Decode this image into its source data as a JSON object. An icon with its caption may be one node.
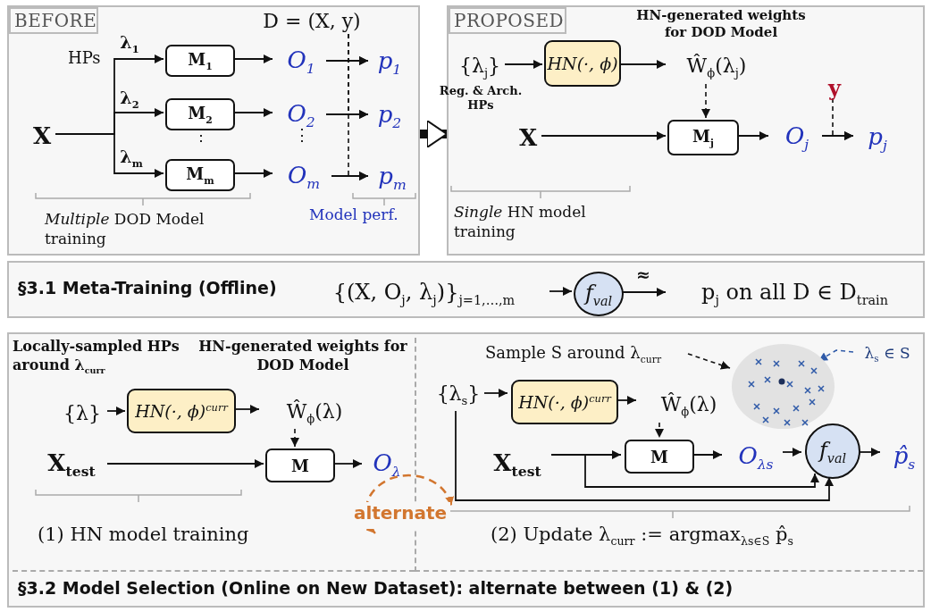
{
  "diagram": {
    "nodes": [
      {
        "text": [
          "BEFORE"
        ]
      },
      {
        "text": [
          "D = (X, y)"
        ],
        "in": 0
      },
      {
        "text": [
          "X"
        ],
        "in": 0
      },
      {
        "text": [
          "M$_{1}$"
        ],
        "in": 0
      },
      {
        "text": [
          "M$_{2}$"
        ],
        "in": 0
      },
      {
        "text": [
          "M$_{m}$"
        ],
        "in": 0
      },
      {
        "text": [
          "O$_{1}$"
        ],
        "in": 0
      },
      {
        "text": [
          "O$_{2}$"
        ],
        "in": 0
      },
      {
        "text": [
          "O$_{m}$"
        ],
        "in": 0
      },
      {
        "text": [
          "p$_{1}$"
        ],
        "in": 0
      },
      {
        "text": [
          "p$_{2}$"
        ],
        "in": 0
      },
      {
        "text": [
          "p$_{m}$"
        ],
        "in": 0
      },
      {
        "text": [
          "PROPOSED"
        ]
      },
      {
        "text": [
          "{λ$_{j}$}"
        ],
        "beside": [
          "Reg. & Arch. HPs"
        ],
        "in": 12
      },
      {
        "text": [
          "HN(·, ϕ)"
        ],
        "in": 12
      },
      {
        "text": [
          "Ŵ$_{ϕ}$(λ$_{j}$)"
        ],
        "beside": [
          "HN-generated weights for DOD Model"
        ],
        "in": 12
      },
      {
        "text": [
          "X"
        ],
        "in": 12
      },
      {
        "text": [
          "M$_{j}$"
        ],
        "in": 12
      },
      {
        "text": [
          "O$_{j}$"
        ],
        "in": 12
      },
      {
        "text": [
          "p$_{j}$"
        ],
        "in": 12
      },
      {
        "text": [
          "y"
        ],
        "in": 12
      },
      {
        "text": [
          "§3.1 Meta-Training (Offline)"
        ]
      },
      {
        "text": [
          "{(X, O$_{j}$, λ$_{j}$)}$_{j=1,…,m}$"
        ],
        "in": 21
      },
      {
        "text": [
          "f$_{val}$"
        ],
        "in": 21
      },
      {
        "text": [
          "p$_{j}$ on all D ∈ D$_{train}$"
        ],
        "in": 21
      },
      {
        "text": [
          "§3.2 Model Selection (Online on New Dataset): alternate between (1) & (2)"
        ]
      },
      {
        "text": [
          "(1) HN model training"
        ],
        "in": 25
      },
      {
        "text": [
          "{λ}"
        ],
        "in": 26
      },
      {
        "text": [
          "HN(·, ϕ)$^{curr}$"
        ],
        "in": 26
      },
      {
        "text": [
          "Ŵ$_{ϕ}$(λ)"
        ],
        "in": 26
      },
      {
        "text": [
          "X$_{test}$"
        ],
        "in": 26
      },
      {
        "text": [
          "M"
        ],
        "in": 26
      },
      {
        "text": [
          "O$_{λ}$"
        ],
        "in": 26
      },
      {
        "text": [
          "(2) Update λ$_{curr}$ := argmax$_{λs∈S}$ p̂$_{s}$"
        ],
        "in": 25
      },
      {
        "text": [
          "Sample S around λ$_{curr}$"
        ],
        "in": 33
      },
      {
        "text": [
          "{λ$_{s}$}"
        ],
        "in": 33
      },
      {
        "text": [
          "HN(·, ϕ)$^{curr}$"
        ],
        "in": 33
      },
      {
        "text": [
          "Ŵ$_{ϕ}$(λ)"
        ],
        "in": 33
      },
      {
        "text": [
          "X$_{test}$"
        ],
        "in": 33
      },
      {
        "text": [
          "M"
        ],
        "in": 33
      },
      {
        "text": [
          "O$_{λs}$"
        ],
        "in": 33
      },
      {
        "text": [
          "f$_{val}$"
        ],
        "in": 33
      },
      {
        "text": [
          "p̂$_{s}$"
        ],
        "in": 33
      },
      {
        "text": [],
        "shape": "circle",
        "in": 33
      },
      {
        "text": [
          "λ$_{s}$ ∈ S"
        ],
        "in": 33
      }
    ],
    "edges": [
      {
        "from": 2,
        "to": 3,
        "arrow": "to",
        "label": "λ$_{1}$"
      },
      {
        "from": 2,
        "to": 4,
        "arrow": "to",
        "label": "λ$_{2}$"
      },
      {
        "from": 2,
        "to": 5,
        "arrow": "to",
        "label": "λ$_{m}$"
      },
      {
        "from": 3,
        "to": 6,
        "arrow": "to"
      },
      {
        "from": 4,
        "to": 7,
        "arrow": "to"
      },
      {
        "from": 5,
        "to": 8,
        "arrow": "to"
      },
      {
        "from": 6,
        "to": 9,
        "arrow": "to"
      },
      {
        "from": 7,
        "to": 10,
        "arrow": "to"
      },
      {
        "from": 8,
        "to": 11,
        "arrow": "to"
      },
      {
        "from": 1,
        "to": 9,
        "arrow": "to",
        "style": "dashed"
      },
      {
        "from": 1,
        "to": 10,
        "arrow": "to",
        "style": "dashed"
      },
      {
        "from": 1,
        "to": 11,
        "arrow": "to",
        "style": "dashed"
      },
      {
        "from": 0,
        "to": 12,
        "arrow": "to",
        "style": "thick"
      },
      {
        "from": 13,
        "to": 14,
        "arrow": "to"
      },
      {
        "from": 14,
        "to": 15,
        "arrow": "to"
      },
      {
        "from": 15,
        "to": 17,
        "arrow": "to",
        "style": "dashed"
      },
      {
        "from": 16,
        "to": 17,
        "arrow": "to"
      },
      {
        "from": 17,
        "to": 18,
        "arrow": "to"
      },
      {
        "from": 18,
        "to": 19,
        "arrow": "to"
      },
      {
        "from": 20,
        "to": 19,
        "arrow": "to",
        "style": "dashed"
      },
      {
        "from": 22,
        "to": 23,
        "arrow": "to"
      },
      {
        "from": 23,
        "to": 24,
        "arrow": "to",
        "label": "≈"
      },
      {
        "from": 27,
        "to": 28,
        "arrow": "to"
      },
      {
        "from": 28,
        "to": 29,
        "arrow": "to"
      },
      {
        "from": 29,
        "to": 31,
        "arrow": "to",
        "style": "dashed"
      },
      {
        "from": 30,
        "to": 31,
        "arrow": "to"
      },
      {
        "from": 31,
        "to": 32,
        "arrow": "to"
      },
      {
        "from": 26,
        "to": 33,
        "arrow": "both",
        "style": "dashed",
        "color": "#d2762f",
        "label": "alternate"
      },
      {
        "from": 35,
        "to": 36,
        "arrow": "to"
      },
      {
        "from": 36,
        "to": 37,
        "arrow": "to"
      },
      {
        "from": 37,
        "to": 39,
        "arrow": "to",
        "style": "dashed"
      },
      {
        "from": 38,
        "to": 39,
        "arrow": "to"
      },
      {
        "from": 39,
        "to": 40,
        "arrow": "to"
      },
      {
        "from": 40,
        "to": 41,
        "arrow": "to"
      },
      {
        "from": 38,
        "to": 41,
        "arrow": "to"
      },
      {
        "from": 35,
        "to": 41,
        "arrow": "to"
      },
      {
        "from": 41,
        "to": 42,
        "arrow": "to"
      },
      {
        "from": 34,
        "to": 43,
        "arrow": "to",
        "style": "dashed"
      },
      {
        "from": 44,
        "to": 43,
        "arrow": "to",
        "style": "dashed",
        "color": "#2f5aa8"
      }
    ],
    "labels": [
      "HPs",
      "⋮",
      "⋮",
      "*Multiple* DOD Model training",
      "Model perf.",
      "*Single* HN model training",
      "Locally-sampled HPs around λ$_{curr}$",
      "HN-generated weights for DOD Model"
    ]
  }
}
